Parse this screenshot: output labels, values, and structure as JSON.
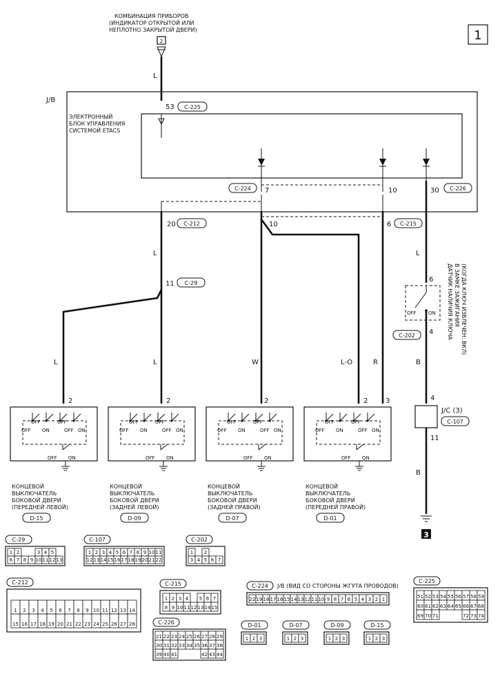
{
  "page_number": "1",
  "instrument_cluster": {
    "lines": [
      "КОМБИНАЦИЯ ПРИБОРОВ",
      "(ИНДИКАТОР ОТКРЫТОЙ ИЛИ",
      "НЕПЛОТНО ЗАКРЫТОЙ ДВЕРИ)"
    ],
    "pin": "2"
  },
  "jb_label": "J/B",
  "etacs": {
    "lines": [
      "ЭЛЕКТРОННЫЙ",
      "БЛОК УПРАВЛЕНИЯ",
      "СИСТЕМОЙ ETACS"
    ],
    "pin_in": "53",
    "conn_in": "C-225",
    "conn_out_left": "C-224",
    "conn_out_right": "C-226",
    "pin_7": "7",
    "pin_10": "10",
    "pin_30": "30"
  },
  "jb_out": {
    "pin_20": "20",
    "conn_212": "C-212",
    "pin_10b": "10",
    "pin_6": "6",
    "conn_215": "C-215"
  },
  "splice": {
    "pin": "11",
    "conn": "C-29"
  },
  "wire_colors": {
    "top": "L",
    "left_vertical": "L",
    "d15": "L",
    "d09": "L",
    "d07": "W",
    "d01_lo": "L-O",
    "d01_r": "R",
    "key_top": "L",
    "key_bottom": "B",
    "ground": "B"
  },
  "key_sensor": {
    "lines": [
      "ДАТЧИК НАЛИЧИЯ КЛЮЧА",
      "В ЗАМКЕ ЗАЖИГАНИЯ",
      "(КОГДА КЛЮЧ ИЗВЛЕЧЕН: ВКЛ)"
    ],
    "pin_top": "6",
    "pin_bottom": "4",
    "conn": "C-202",
    "off": "OFF",
    "on": "ON"
  },
  "jc": {
    "label": "J/C (3)",
    "conn": "C-107",
    "pin_in": "4",
    "pin_out": "11"
  },
  "ground_label": "3",
  "switch_states": {
    "off": "OFF",
    "on": "ON"
  },
  "door_switches": [
    {
      "lines": [
        "КОНЦЕВОЙ",
        "ВЫКЛЮЧАТЕЛЬ",
        "БОКОВОЙ ДВЕРИ",
        "(ПЕРЕДНЕЙ ЛЕВОЙ)"
      ],
      "conn": "D-15",
      "pin": "2"
    },
    {
      "lines": [
        "КОНЦЕВОЙ",
        "ВЫКЛЮЧАТЕЛЬ",
        "БОКОВОЙ ДВЕРИ",
        "(ЗАДНЕЙ ЛЕВОЙ)"
      ],
      "conn": "D-09",
      "pin": "2"
    },
    {
      "lines": [
        "КОНЦЕВОЙ",
        "ВЫКЛЮЧАТЕЛЬ",
        "БОКОВОЙ ДВЕРИ",
        "(ЗАДНЕЙ ПРАВОЙ)"
      ],
      "conn": "D-07",
      "pin": "2"
    },
    {
      "lines": [
        "КОНЦЕВОЙ",
        "ВЫКЛЮЧАТЕЛЬ",
        "БОКОВОЙ ДВЕРИ",
        "(ПЕРЕДНЕЙ ПРАВОЙ)"
      ],
      "conn": "D-01",
      "pin": "2",
      "pin2": "3"
    }
  ],
  "connectors": {
    "c29": {
      "name": "C-29",
      "rows": [
        [
          "1",
          "2",
          "",
          "",
          "3",
          "4",
          "5"
        ],
        [
          "6",
          "7",
          "8",
          "9",
          "10",
          "11",
          "12",
          "13"
        ]
      ]
    },
    "c107": {
      "name": "C-107",
      "rows": [
        [
          "1",
          "2",
          "3",
          "4",
          "5",
          "6",
          "7",
          "8",
          "9",
          "10",
          "11"
        ],
        [
          "12",
          "13",
          "14",
          "15",
          "16",
          "17",
          "18",
          "19",
          "20",
          "21",
          "22"
        ]
      ]
    },
    "c202": {
      "name": "C-202",
      "rows": [
        [
          "1",
          "",
          "2"
        ],
        [
          "3",
          "4",
          "5",
          "6",
          "7"
        ]
      ]
    },
    "c212": {
      "name": "C-212",
      "rows": [
        [
          "1",
          "2",
          "3",
          "4",
          "5",
          "6",
          "7",
          "8",
          "9",
          "10",
          "11",
          "12",
          "13",
          "14"
        ],
        [
          "15",
          "16",
          "17",
          "18",
          "19",
          "20",
          "21",
          "22",
          "23",
          "24",
          "25",
          "26",
          "27",
          "28"
        ]
      ]
    },
    "c215": {
      "name": "C-215",
      "rows": [
        [
          "1",
          "2",
          "3",
          "4",
          "",
          "5",
          "6",
          "7"
        ],
        [
          "8",
          "9",
          "10",
          "11",
          "12",
          "13",
          "14",
          "15"
        ]
      ]
    },
    "c224": {
      "name": "C-224",
      "caption": "J/B (ВИД СО СТОРОНЫ ЖГУТА ПРОВОДОВ)",
      "rows": [
        [
          "22",
          "19",
          "18",
          "17",
          "16",
          "15",
          "14",
          "13",
          "12",
          "11",
          "10",
          "9",
          "8",
          "7",
          "6",
          "5",
          "4",
          "3",
          "2",
          "1"
        ]
      ]
    },
    "c225": {
      "name": "C-225",
      "rows": [
        [
          "51",
          "52",
          "53",
          "54",
          "55",
          "56",
          "57",
          "58",
          "59"
        ],
        [
          "60",
          "61",
          "62",
          "63",
          "64",
          "65",
          "66",
          "67",
          "68"
        ],
        [
          "69",
          "70",
          "71",
          "",
          "",
          "",
          "72",
          "73",
          "74"
        ]
      ]
    },
    "c226": {
      "name": "C-226",
      "rows": [
        [
          "21",
          "22",
          "23",
          "24",
          "25",
          "26",
          "27",
          "28",
          "29"
        ],
        [
          "30",
          "31",
          "32",
          "33",
          "34",
          "35",
          "36",
          "37",
          "38"
        ],
        [
          "39",
          "40",
          "41",
          "",
          "",
          "",
          "42",
          "43",
          "44"
        ]
      ]
    },
    "d01": {
      "name": "D-01",
      "rows": [
        [
          "1",
          "2",
          "3"
        ]
      ]
    },
    "d07": {
      "name": "D-07",
      "rows": [
        [
          "1",
          "2",
          "3"
        ]
      ]
    },
    "d09": {
      "name": "D-09",
      "rows": [
        [
          "1",
          "2",
          "3"
        ]
      ]
    },
    "d15": {
      "name": "D-15",
      "rows": [
        [
          "1",
          "2",
          "3"
        ]
      ]
    }
  }
}
